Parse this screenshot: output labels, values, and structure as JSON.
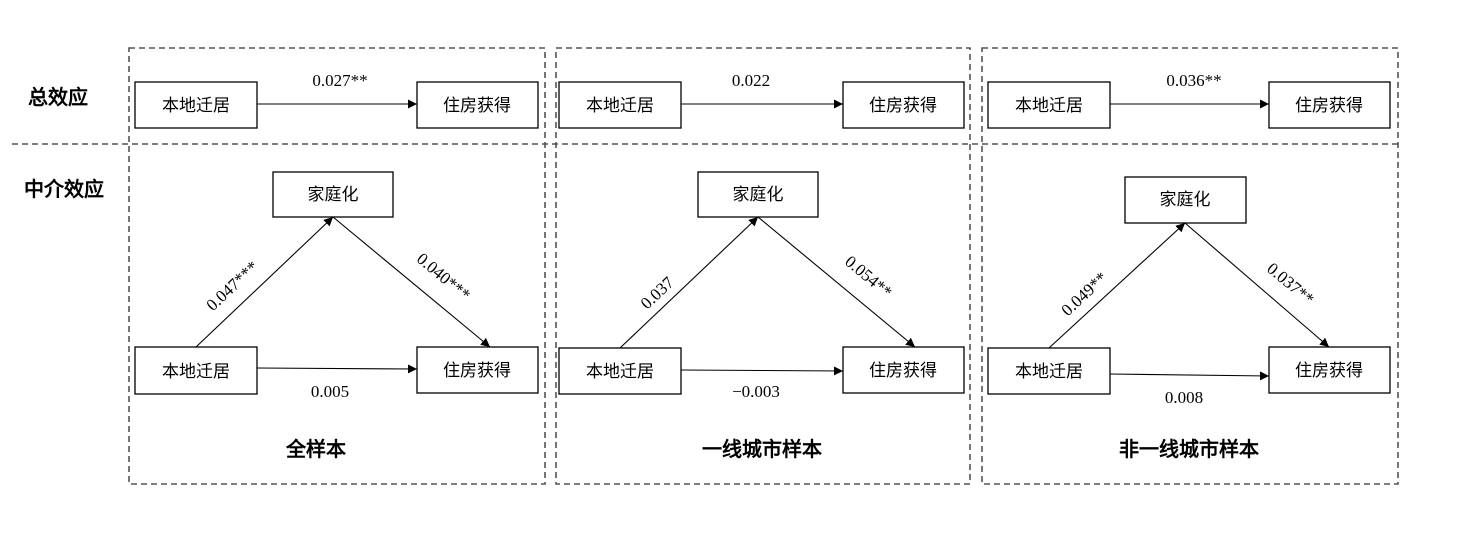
{
  "rows": {
    "total_effect_label": "总效应",
    "mediation_effect_label": "中介效应"
  },
  "nodes": {
    "migration": "本地迁居",
    "housing": "住房获得",
    "familization": "家庭化"
  },
  "panels": [
    {
      "title": "全样本",
      "total_coef": "0.027**",
      "a_coef": "0.047***",
      "b_coef": "0.040***",
      "direct_coef": "0.005"
    },
    {
      "title": "一线城市样本",
      "total_coef": "0.022",
      "a_coef": "0.037",
      "b_coef": "0.054**",
      "direct_coef": "−0.003"
    },
    {
      "title": "非一线城市样本",
      "total_coef": "0.036**",
      "a_coef": "0.049**",
      "b_coef": "0.037**",
      "direct_coef": "0.008"
    }
  ],
  "colors": {
    "frame": "#555555",
    "ink": "#000000",
    "background": "#ffffff"
  }
}
